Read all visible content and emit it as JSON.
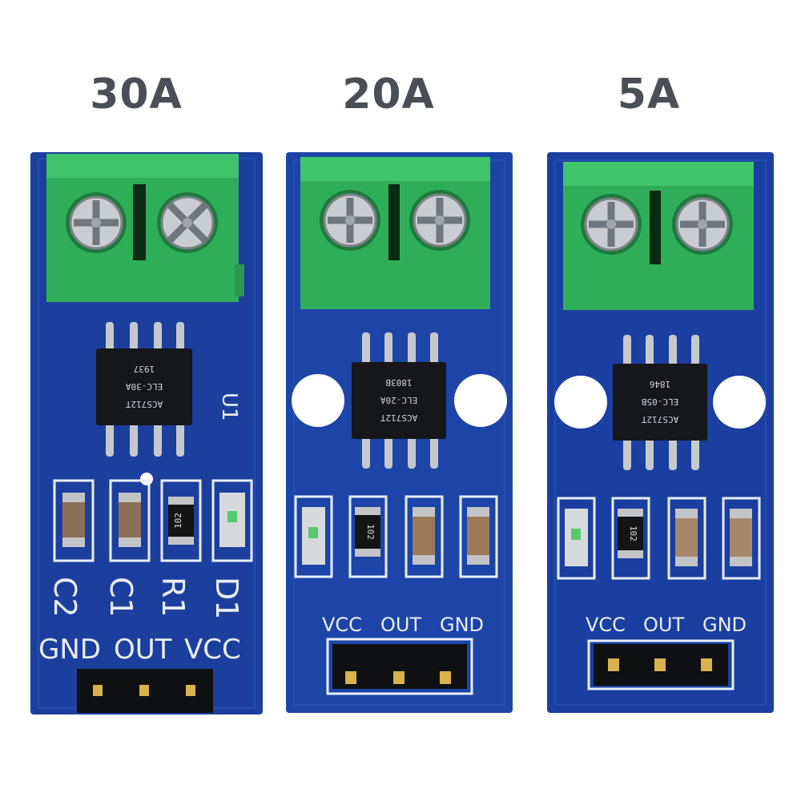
{
  "boards": [
    {
      "title": "30A",
      "chip": {
        "line1": "ACS712T",
        "line2": "ELC-30A",
        "line3": "1937",
        "ref": "U1"
      },
      "components": [
        "C2",
        "C1",
        "R1",
        "D1"
      ],
      "resistor_code": "102",
      "pins": [
        "GND",
        "OUT",
        "VCC"
      ]
    },
    {
      "title": "20A",
      "chip": {
        "line1": "ACS712T",
        "line2": "ELC-20A",
        "line3": "1803B"
      },
      "resistor_code": "102",
      "pins": [
        "VCC",
        "OUT",
        "GND"
      ]
    },
    {
      "title": "5A",
      "chip": {
        "line1": "ACS712T",
        "line2": "ELC-05B",
        "line3": "1846"
      },
      "resistor_code": "102",
      "pins": [
        "VCC",
        "OUT",
        "GND"
      ]
    }
  ],
  "colors": {
    "pcb": "#1c3f9e",
    "terminal": "#2fae5a",
    "silkscreen": "#e8eef7",
    "heading": "#4a4f55"
  }
}
